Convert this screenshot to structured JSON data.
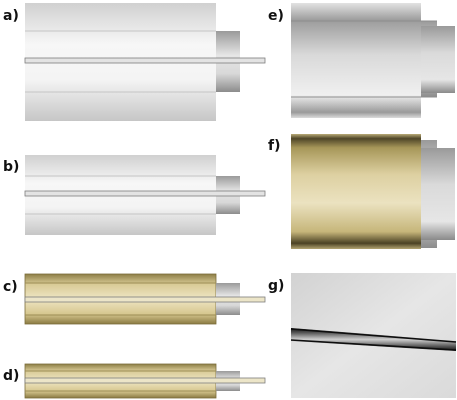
{
  "panels": {
    "a": {
      "label": "a)"
    },
    "b": {
      "label": "b)"
    },
    "c": {
      "label": "c)"
    },
    "d": {
      "label": "d)"
    },
    "e": {
      "label": "e)"
    },
    "f": {
      "label": "f)"
    },
    "g": {
      "label": "g)"
    }
  },
  "colors": {
    "gray_light": "#f2f2f2",
    "gray_mid": "#c8c8c8",
    "gray_dark": "#8e8e8e",
    "coating_light": "#e9dfb9",
    "coating_dark": "#7a6d3c",
    "photo_bg": "#d9d9d9",
    "fiber_dark": "#1f1f1f"
  }
}
